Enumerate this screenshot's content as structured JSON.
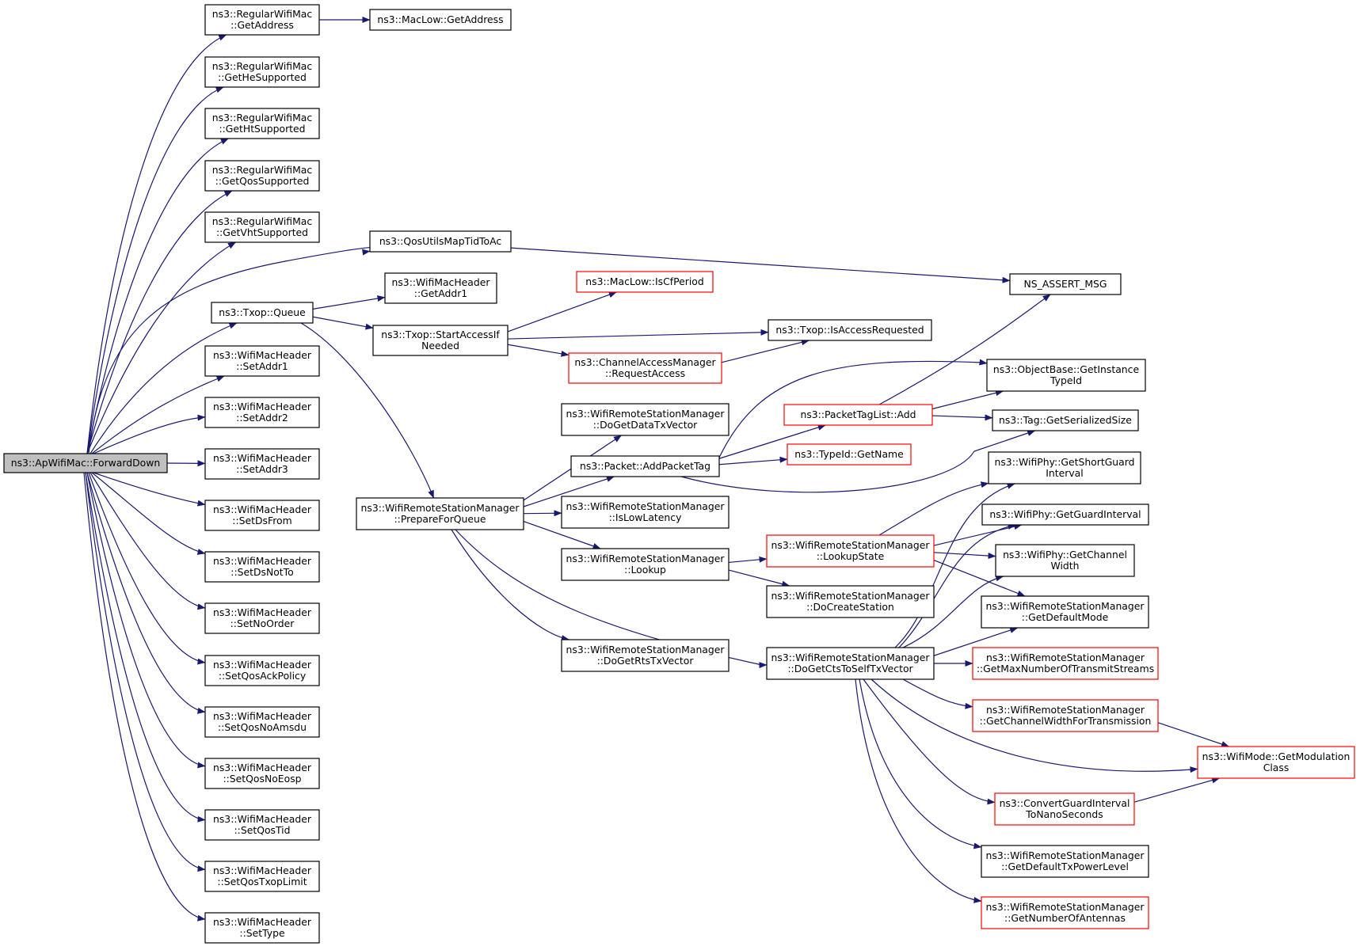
{
  "colors": {
    "edge": "#191970",
    "node_border": "#000000",
    "truncated_border": "#ff0000",
    "root_fill": "#bfbfbf",
    "background": "#ffffff"
  },
  "nodes": [
    {
      "id": "n0",
      "lines": [
        "ns3::ApWifiMac::ForwardDown"
      ],
      "style": "root"
    },
    {
      "id": "n1",
      "lines": [
        "ns3::RegularWifiMac",
        "::GetAddress"
      ]
    },
    {
      "id": "n2",
      "lines": [
        "ns3::MacLow::GetAddress"
      ]
    },
    {
      "id": "n3",
      "lines": [
        "ns3::RegularWifiMac",
        "::GetHeSupported"
      ]
    },
    {
      "id": "n4",
      "lines": [
        "ns3::RegularWifiMac",
        "::GetHtSupported"
      ]
    },
    {
      "id": "n5",
      "lines": [
        "ns3::RegularWifiMac",
        "::GetQosSupported"
      ]
    },
    {
      "id": "n6",
      "lines": [
        "ns3::RegularWifiMac",
        "::GetVhtSupported"
      ]
    },
    {
      "id": "n7",
      "lines": [
        "ns3::QosUtilsMapTidToAc"
      ]
    },
    {
      "id": "n8",
      "lines": [
        "NS_ASSERT_MSG"
      ]
    },
    {
      "id": "n9",
      "lines": [
        "ns3::Txop::Queue"
      ]
    },
    {
      "id": "n10",
      "lines": [
        "ns3::WifiMacHeader",
        "::GetAddr1"
      ]
    },
    {
      "id": "n11",
      "lines": [
        "ns3::Txop::StartAccessIf",
        "Needed"
      ]
    },
    {
      "id": "n12",
      "lines": [
        "ns3::MacLow::IsCfPeriod"
      ],
      "style": "trunc"
    },
    {
      "id": "n13",
      "lines": [
        "ns3::Txop::IsAccessRequested"
      ]
    },
    {
      "id": "n14",
      "lines": [
        "ns3::ChannelAccessManager",
        "::RequestAccess"
      ],
      "style": "trunc"
    },
    {
      "id": "n15",
      "lines": [
        "ns3::ObjectBase::GetInstance",
        "TypeId"
      ]
    },
    {
      "id": "n16",
      "lines": [
        "ns3::PacketTagList::Add"
      ],
      "style": "trunc"
    },
    {
      "id": "n17",
      "lines": [
        "ns3::Tag::GetSerializedSize"
      ]
    },
    {
      "id": "n18",
      "lines": [
        "ns3::TypeId::GetName"
      ],
      "style": "trunc"
    },
    {
      "id": "n19",
      "lines": [
        "ns3::WifiMacHeader",
        "::SetAddr1"
      ]
    },
    {
      "id": "n20",
      "lines": [
        "ns3::WifiMacHeader",
        "::SetAddr2"
      ]
    },
    {
      "id": "n21",
      "lines": [
        "ns3::WifiMacHeader",
        "::SetAddr3"
      ]
    },
    {
      "id": "n22",
      "lines": [
        "ns3::WifiMacHeader",
        "::SetDsFrom"
      ]
    },
    {
      "id": "n23",
      "lines": [
        "ns3::WifiMacHeader",
        "::SetDsNotTo"
      ]
    },
    {
      "id": "n24",
      "lines": [
        "ns3::WifiMacHeader",
        "::SetNoOrder"
      ]
    },
    {
      "id": "n25",
      "lines": [
        "ns3::WifiMacHeader",
        "::SetQosAckPolicy"
      ]
    },
    {
      "id": "n26",
      "lines": [
        "ns3::WifiMacHeader",
        "::SetQosNoAmsdu"
      ]
    },
    {
      "id": "n27",
      "lines": [
        "ns3::WifiMacHeader",
        "::SetQosNoEosp"
      ]
    },
    {
      "id": "n28",
      "lines": [
        "ns3::WifiMacHeader",
        "::SetQosTid"
      ]
    },
    {
      "id": "n29",
      "lines": [
        "ns3::WifiMacHeader",
        "::SetQosTxopLimit"
      ]
    },
    {
      "id": "n30",
      "lines": [
        "ns3::WifiMacHeader",
        "::SetType"
      ]
    },
    {
      "id": "n31",
      "lines": [
        "ns3::WifiRemoteStationManager",
        "::PrepareForQueue"
      ]
    },
    {
      "id": "n32",
      "lines": [
        "ns3::WifiRemoteStationManager",
        "::DoGetDataTxVector"
      ]
    },
    {
      "id": "n33",
      "lines": [
        "ns3::Packet::AddPacketTag"
      ]
    },
    {
      "id": "n34",
      "lines": [
        "ns3::WifiRemoteStationManager",
        "::IsLowLatency"
      ]
    },
    {
      "id": "n35",
      "lines": [
        "ns3::WifiRemoteStationManager",
        "::Lookup"
      ]
    },
    {
      "id": "n36",
      "lines": [
        "ns3::WifiRemoteStationManager",
        "::DoGetRtsTxVector"
      ]
    },
    {
      "id": "n37",
      "lines": [
        "ns3::WifiRemoteStationManager",
        "::LookupState"
      ],
      "style": "trunc"
    },
    {
      "id": "n38",
      "lines": [
        "ns3::WifiRemoteStationManager",
        "::DoCreateStation"
      ]
    },
    {
      "id": "n39",
      "lines": [
        "ns3::WifiRemoteStationManager",
        "::DoGetCtsToSelfTxVector"
      ]
    },
    {
      "id": "n40",
      "lines": [
        "ns3::WifiPhy::GetShortGuard",
        "Interval"
      ]
    },
    {
      "id": "n41",
      "lines": [
        "ns3::WifiPhy::GetGuardInterval"
      ]
    },
    {
      "id": "n42",
      "lines": [
        "ns3::WifiPhy::GetChannel",
        "Width"
      ]
    },
    {
      "id": "n43",
      "lines": [
        "ns3::WifiRemoteStationManager",
        "::GetDefaultMode"
      ]
    },
    {
      "id": "n44",
      "lines": [
        "ns3::WifiRemoteStationManager",
        "::GetMaxNumberOfTransmitStreams"
      ],
      "style": "trunc"
    },
    {
      "id": "n45",
      "lines": [
        "ns3::WifiRemoteStationManager",
        "::GetChannelWidthForTransmission"
      ],
      "style": "trunc"
    },
    {
      "id": "n46",
      "lines": [
        "ns3::WifiMode::GetModulation",
        "Class"
      ],
      "style": "trunc"
    },
    {
      "id": "n47",
      "lines": [
        "ns3::ConvertGuardInterval",
        "ToNanoSeconds"
      ],
      "style": "trunc"
    },
    {
      "id": "n48",
      "lines": [
        "ns3::WifiRemoteStationManager",
        "::GetDefaultTxPowerLevel"
      ]
    },
    {
      "id": "n49",
      "lines": [
        "ns3::WifiRemoteStationManager",
        "::GetNumberOfAntennas"
      ],
      "style": "trunc"
    }
  ],
  "edges": [
    [
      "n0",
      "n1"
    ],
    [
      "n1",
      "n2"
    ],
    [
      "n0",
      "n3"
    ],
    [
      "n0",
      "n4"
    ],
    [
      "n0",
      "n5"
    ],
    [
      "n0",
      "n6"
    ],
    [
      "n0",
      "n7"
    ],
    [
      "n7",
      "n8"
    ],
    [
      "n0",
      "n9"
    ],
    [
      "n9",
      "n10"
    ],
    [
      "n9",
      "n11"
    ],
    [
      "n9",
      "n31"
    ],
    [
      "n11",
      "n12"
    ],
    [
      "n11",
      "n13"
    ],
    [
      "n11",
      "n14"
    ],
    [
      "n14",
      "n13"
    ],
    [
      "n0",
      "n19"
    ],
    [
      "n0",
      "n20"
    ],
    [
      "n0",
      "n21"
    ],
    [
      "n0",
      "n22"
    ],
    [
      "n0",
      "n23"
    ],
    [
      "n0",
      "n24"
    ],
    [
      "n0",
      "n25"
    ],
    [
      "n0",
      "n26"
    ],
    [
      "n0",
      "n27"
    ],
    [
      "n0",
      "n28"
    ],
    [
      "n0",
      "n29"
    ],
    [
      "n0",
      "n30"
    ],
    [
      "n31",
      "n32"
    ],
    [
      "n31",
      "n33"
    ],
    [
      "n31",
      "n34"
    ],
    [
      "n31",
      "n35"
    ],
    [
      "n31",
      "n36"
    ],
    [
      "n31",
      "n39"
    ],
    [
      "n33",
      "n15"
    ],
    [
      "n33",
      "n16"
    ],
    [
      "n33",
      "n17"
    ],
    [
      "n33",
      "n18"
    ],
    [
      "n16",
      "n8"
    ],
    [
      "n16",
      "n15"
    ],
    [
      "n16",
      "n17"
    ],
    [
      "n35",
      "n37"
    ],
    [
      "n35",
      "n38"
    ],
    [
      "n37",
      "n40"
    ],
    [
      "n37",
      "n41"
    ],
    [
      "n37",
      "n42"
    ],
    [
      "n37",
      "n43"
    ],
    [
      "n39",
      "n40"
    ],
    [
      "n39",
      "n41"
    ],
    [
      "n39",
      "n42"
    ],
    [
      "n39",
      "n43"
    ],
    [
      "n39",
      "n44"
    ],
    [
      "n39",
      "n45"
    ],
    [
      "n39",
      "n46"
    ],
    [
      "n39",
      "n47"
    ],
    [
      "n39",
      "n48"
    ],
    [
      "n39",
      "n49"
    ],
    [
      "n45",
      "n46"
    ],
    [
      "n47",
      "n46"
    ]
  ]
}
